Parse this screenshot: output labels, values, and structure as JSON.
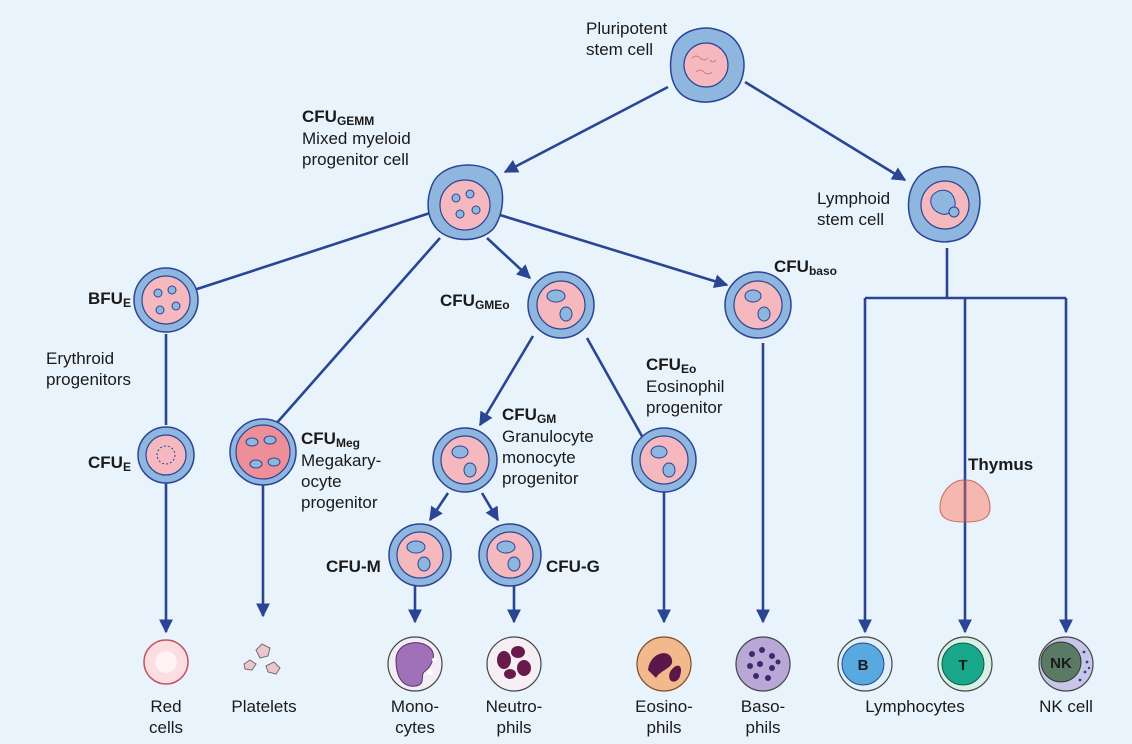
{
  "labels": {
    "pluripotent": "Pluripotent\nstem cell",
    "cfu_gemm": "CFU",
    "cfu_gemm_sub": "GEMM",
    "mixed_myeloid": "Mixed myeloid\nprogenitor cell",
    "lymphoid": "Lymphoid\nstem cell",
    "bfu_e": "BFU",
    "bfu_e_sub": "E",
    "erythroid": "Erythroid\nprogenitors",
    "cfu_e": "CFU",
    "cfu_e_sub": "E",
    "cfu_gmeo": "CFU",
    "cfu_gmeo_sub": "GMEo",
    "cfu_baso": "CFU",
    "cfu_baso_sub": "baso",
    "cfu_eo": "CFU",
    "cfu_eo_sub": "Eo",
    "eosinophil_prog": "Eosinophil\nprogenitor",
    "cfu_meg": "CFU",
    "cfu_meg_sub": "Meg",
    "megakaryocyte_prog": "Megakary-\nocyte\nprogenitor",
    "cfu_gm": "CFU",
    "cfu_gm_sub": "GM",
    "granulocyte_prog": "Granulocyte\nmonocyte\nprogenitor",
    "cfu_m": "CFU-M",
    "cfu_g": "CFU-G",
    "thymus": "Thymus",
    "red_cells": "Red\ncells",
    "platelets": "Platelets",
    "monocytes": "Mono-\ncytes",
    "neutrophils": "Neutro-\nphils",
    "eosinophils": "Eosino-\nphils",
    "basophils": "Baso-\nphils",
    "lymphocytes": "Lymphocytes",
    "nk_cell": "NK cell",
    "b_letter": "B",
    "t_letter": "T",
    "nk_letter": "NK"
  },
  "colors": {
    "background": "#e9f3fb",
    "arrow": "#2a4593",
    "cell_membrane": "#8fb6de",
    "nucleus": "#f5b8bf",
    "thymus": "#f4b8b0"
  }
}
